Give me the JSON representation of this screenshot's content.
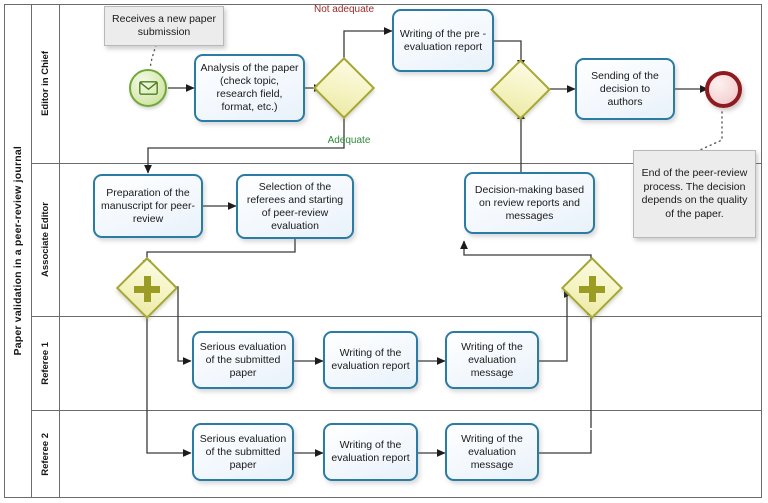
{
  "pool": {
    "title": "Paper validation in a peer-review journal"
  },
  "lanes": [
    {
      "id": "editor-in-chief",
      "label": "Editor in Chief"
    },
    {
      "id": "associate-editor",
      "label": "Associate Editor"
    },
    {
      "id": "referee-1",
      "label": "Referee 1"
    },
    {
      "id": "referee-2",
      "label": "Referee 2"
    }
  ],
  "events": {
    "start": {
      "name": "message-start-event",
      "icon": "envelope-icon",
      "color": "#72a83a"
    },
    "end": {
      "name": "end-event",
      "color": "#8e1b20"
    }
  },
  "tasks": {
    "analysis": "Analysis of the paper (check topic, research field, format, etc.)",
    "pre_eval_report": "Writing of the pre -evaluation report",
    "send_decision": "Sending of the decision to authors",
    "preparation": "Preparation of the manuscript for peer-review",
    "selection": "Selection of the referees  and starting of  peer-review evaluation",
    "decision_making": "Decision-making based on review reports and messages",
    "ref1_serious": "Serious evaluation of the submitted paper",
    "ref1_report": "Writing of the evaluation report",
    "ref1_message": "Writing of the evaluation message",
    "ref2_serious": "Serious evaluation of the submitted paper",
    "ref2_report": "Writing of the evaluation report",
    "ref2_message": "Writing of the evaluation message"
  },
  "annotations": {
    "start_note": "Receives a new paper submission",
    "end_note": "End of the peer-review process. The decision depends on the quality of the  paper."
  },
  "flow_labels": {
    "not_adequate": "Not adequate",
    "adequate": "Adequate"
  },
  "gateways": {
    "xor1": {
      "name": "exclusive-gateway-adequacy",
      "type": "exclusive"
    },
    "xor2": {
      "name": "exclusive-gateway-merge",
      "type": "exclusive"
    },
    "and_split": {
      "name": "parallel-gateway-split",
      "type": "parallel",
      "marker": "+"
    },
    "and_join": {
      "name": "parallel-gateway-join",
      "type": "parallel",
      "marker": "+"
    }
  },
  "colors": {
    "task_border": "#2a7ca3",
    "gateway_border": "#a5a832",
    "gateway_fill": "#f5f3c2",
    "start_event": "#72a83a",
    "end_event": "#8e1b20",
    "negative_label": "#9d2a2a",
    "positive_label": "#2e8b3d",
    "lane_border": "#6b6b6b",
    "annotation_fill": "#ececec"
  }
}
